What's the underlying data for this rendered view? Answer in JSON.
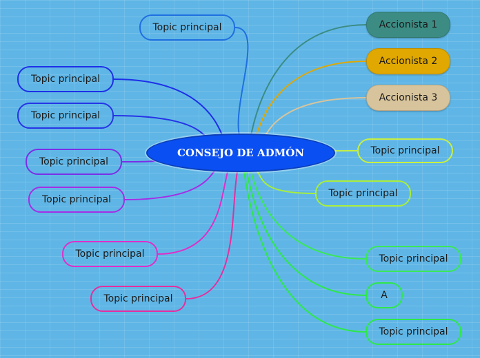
{
  "central": {
    "label": "CONSEJO DE ADMÓN",
    "color": "#0a4ff2"
  },
  "nodes": [
    {
      "id": "top-left-1",
      "label": "Topic principal",
      "color": "#1f6fe0",
      "style": "outline"
    },
    {
      "id": "left-2",
      "label": "Topic principal",
      "color": "#1d2fe8",
      "style": "outline"
    },
    {
      "id": "left-3",
      "label": "Topic principal",
      "color": "#2634e6",
      "style": "outline"
    },
    {
      "id": "left-4",
      "label": "Topic principal",
      "color": "#7a2ee6",
      "style": "outline"
    },
    {
      "id": "left-5",
      "label": "Topic principal",
      "color": "#a42ee6",
      "style": "outline"
    },
    {
      "id": "left-6",
      "label": "Topic principal",
      "color": "#e02ec8",
      "style": "outline"
    },
    {
      "id": "left-7",
      "label": "Topic principal",
      "color": "#e62e9e",
      "style": "outline"
    },
    {
      "id": "accionista-1",
      "label": "Accionista 1",
      "color": "#3c8c84",
      "style": "filled"
    },
    {
      "id": "accionista-2",
      "label": "Accionista 2",
      "color": "#e0a800",
      "style": "filled"
    },
    {
      "id": "accionista-3",
      "label": "Accionista 3",
      "color": "#d8c49c",
      "style": "filled"
    },
    {
      "id": "right-4",
      "label": "Topic principal",
      "color": "#c8f040",
      "style": "outline"
    },
    {
      "id": "right-5",
      "label": "Topic principal",
      "color": "#a8ee3a",
      "style": "outline"
    },
    {
      "id": "right-6",
      "label": "Topic principal",
      "color": "#3ae858",
      "style": "outline"
    },
    {
      "id": "right-7",
      "label": "A",
      "color": "#2ee84a",
      "style": "outline"
    },
    {
      "id": "right-8",
      "label": "Topic principal",
      "color": "#2ee84a",
      "style": "outline"
    }
  ]
}
